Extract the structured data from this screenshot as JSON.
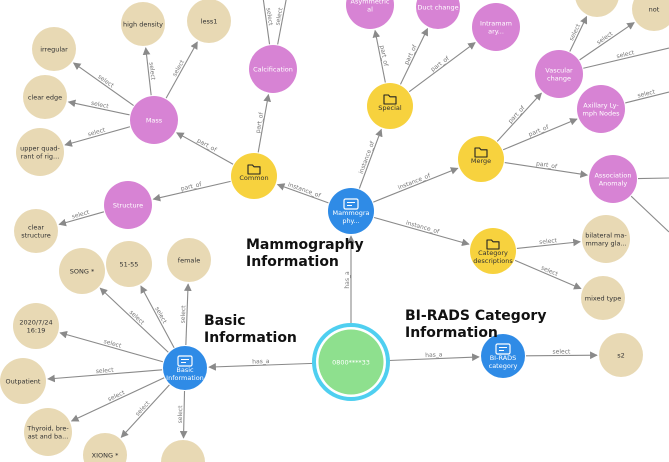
{
  "colors": {
    "root": "#8ee08e",
    "root_ring": "#4fcff0",
    "blue": "#2f8be6",
    "yellow": "#f7d23e",
    "pink": "#d783d4",
    "beige": "#e8d9b4",
    "edge": "#8a8a8a",
    "label_dark": "#333333",
    "label_light": "#ffffff"
  },
  "icons": {
    "blue": "id-card-icon",
    "yellow": "folder-icon"
  },
  "section_labels": [
    {
      "id": "sec_mammo",
      "lines": [
        "Mammography",
        "Information"
      ]
    },
    {
      "id": "sec_basic",
      "lines": [
        "Basic",
        "Information"
      ]
    },
    {
      "id": "sec_birads",
      "lines": [
        "BI-RADS Category",
        "Information"
      ]
    }
  ],
  "nodes": [
    {
      "id": "root",
      "type": "root",
      "lines": [
        "0800****33"
      ]
    },
    {
      "id": "mammo",
      "type": "blue",
      "lines": [
        "Mammogra",
        "phy..."
      ]
    },
    {
      "id": "basic",
      "type": "blue",
      "lines": [
        "Basic",
        "Information"
      ]
    },
    {
      "id": "birads",
      "type": "blue",
      "lines": [
        "BI-RADS",
        "category"
      ]
    },
    {
      "id": "common",
      "type": "yellow",
      "lines": [
        "Common"
      ]
    },
    {
      "id": "special",
      "type": "yellow",
      "lines": [
        "Special"
      ]
    },
    {
      "id": "merge",
      "type": "yellow",
      "lines": [
        "Merge"
      ]
    },
    {
      "id": "catdesc",
      "type": "yellow",
      "lines": [
        "Category",
        "descriptions"
      ]
    },
    {
      "id": "mass",
      "type": "pink",
      "lines": [
        "Mass"
      ]
    },
    {
      "id": "calc",
      "type": "pink",
      "lines": [
        "Calcification"
      ]
    },
    {
      "id": "structure",
      "type": "pink",
      "lines": [
        "Structure"
      ]
    },
    {
      "id": "asym",
      "type": "pink",
      "lines": [
        "Asymmetric",
        "al"
      ]
    },
    {
      "id": "ductchange",
      "type": "pink",
      "lines": [
        "Duct change"
      ]
    },
    {
      "id": "intramam",
      "type": "pink",
      "lines": [
        "Intramam",
        "ary..."
      ]
    },
    {
      "id": "vascular",
      "type": "pink",
      "lines": [
        "Vascular",
        "change"
      ]
    },
    {
      "id": "axillary",
      "type": "pink",
      "lines": [
        "Axillary Ly-",
        "mph Nodes"
      ]
    },
    {
      "id": "assoc",
      "type": "pink",
      "lines": [
        "Association",
        "Anomaly"
      ]
    },
    {
      "id": "highdensity",
      "type": "beige",
      "lines": [
        "high density"
      ]
    },
    {
      "id": "less1",
      "type": "beige",
      "lines": [
        "less1"
      ]
    },
    {
      "id": "irregular",
      "type": "beige",
      "lines": [
        "irregular"
      ]
    },
    {
      "id": "clearedge",
      "type": "beige",
      "lines": [
        "clear edge"
      ]
    },
    {
      "id": "upperquad",
      "type": "beige",
      "lines": [
        "upper quad-",
        "rant of rig..."
      ]
    },
    {
      "id": "clearstruct",
      "type": "beige",
      "lines": [
        "clear",
        "structure"
      ]
    },
    {
      "id": "bilateral",
      "type": "beige",
      "lines": [
        "bilateral ma-",
        "mmary gla..."
      ]
    },
    {
      "id": "mixedtype",
      "type": "beige",
      "lines": [
        "mixed type"
      ]
    },
    {
      "id": "s2",
      "type": "beige",
      "lines": [
        "s2"
      ]
    },
    {
      "id": "age",
      "type": "beige",
      "lines": [
        "51-55"
      ]
    },
    {
      "id": "female",
      "type": "beige",
      "lines": [
        "female"
      ]
    },
    {
      "id": "song",
      "type": "beige",
      "lines": [
        "SONG *"
      ]
    },
    {
      "id": "date",
      "type": "beige",
      "lines": [
        "2020/7/24",
        "16:19"
      ]
    },
    {
      "id": "outpatient",
      "type": "beige",
      "lines": [
        "Outpatient"
      ]
    },
    {
      "id": "thyroid",
      "type": "beige",
      "lines": [
        "Thyroid, bre-",
        "ast and ba..."
      ]
    },
    {
      "id": "xiong",
      "type": "beige",
      "lines": [
        "XIONG *"
      ]
    },
    {
      "id": "b_extra",
      "type": "beige",
      "lines": []
    },
    {
      "id": "tr1",
      "type": "beige",
      "lines": []
    },
    {
      "id": "tr2",
      "type": "beige",
      "lines": [
        "not"
      ]
    }
  ],
  "edges": [
    {
      "from": "root",
      "to": "mammo",
      "label": "has_a"
    },
    {
      "from": "root",
      "to": "basic",
      "label": "has_a"
    },
    {
      "from": "root",
      "to": "birads",
      "label": "has_a"
    },
    {
      "from": "mammo",
      "to": "common",
      "label": "instance_of"
    },
    {
      "from": "mammo",
      "to": "special",
      "label": "instance_of"
    },
    {
      "from": "mammo",
      "to": "merge",
      "label": "instance_of"
    },
    {
      "from": "mammo",
      "to": "catdesc",
      "label": "instance_of"
    },
    {
      "from": "common",
      "to": "mass",
      "label": "part_of"
    },
    {
      "from": "common",
      "to": "calc",
      "label": "part_of"
    },
    {
      "from": "common",
      "to": "structure",
      "label": "part_of"
    },
    {
      "from": "special",
      "to": "asym",
      "label": "part_of"
    },
    {
      "from": "special",
      "to": "ductchange",
      "label": "part_of"
    },
    {
      "from": "special",
      "to": "intramam",
      "label": "part_of"
    },
    {
      "from": "merge",
      "to": "vascular",
      "label": "part_of"
    },
    {
      "from": "merge",
      "to": "axillary",
      "label": "part_of"
    },
    {
      "from": "merge",
      "to": "assoc",
      "label": "part_of"
    },
    {
      "from": "mass",
      "to": "highdensity",
      "label": "select"
    },
    {
      "from": "mass",
      "to": "less1",
      "label": "select"
    },
    {
      "from": "mass",
      "to": "irregular",
      "label": "select"
    },
    {
      "from": "mass",
      "to": "clearedge",
      "label": "select"
    },
    {
      "from": "mass",
      "to": "upperquad",
      "label": "select"
    },
    {
      "from": "structure",
      "to": "clearstruct",
      "label": "select"
    },
    {
      "from": "catdesc",
      "to": "bilateral",
      "label": "select"
    },
    {
      "from": "catdesc",
      "to": "mixedtype",
      "label": "select"
    },
    {
      "from": "birads",
      "to": "s2",
      "label": "select"
    },
    {
      "from": "basic",
      "to": "age",
      "label": "select"
    },
    {
      "from": "basic",
      "to": "female",
      "label": "select"
    },
    {
      "from": "basic",
      "to": "song",
      "label": "select"
    },
    {
      "from": "basic",
      "to": "date",
      "label": "select"
    },
    {
      "from": "basic",
      "to": "outpatient",
      "label": "select"
    },
    {
      "from": "basic",
      "to": "thyroid",
      "label": "select"
    },
    {
      "from": "basic",
      "to": "xiong",
      "label": "select"
    },
    {
      "from": "basic",
      "to": "b_extra",
      "label": "select"
    },
    {
      "from": "vascular",
      "to": "tr1",
      "label": "select"
    },
    {
      "from": "vascular",
      "to": "tr2",
      "label": "select"
    }
  ],
  "stub_edges": [
    {
      "from": "calc",
      "label": "select"
    },
    {
      "from": "calc",
      "label": "select"
    },
    {
      "from": "vascular",
      "label": "select"
    },
    {
      "from": "axillary",
      "label": "select"
    },
    {
      "from": "assoc",
      "label": ""
    },
    {
      "from": "assoc",
      "label": ""
    }
  ]
}
